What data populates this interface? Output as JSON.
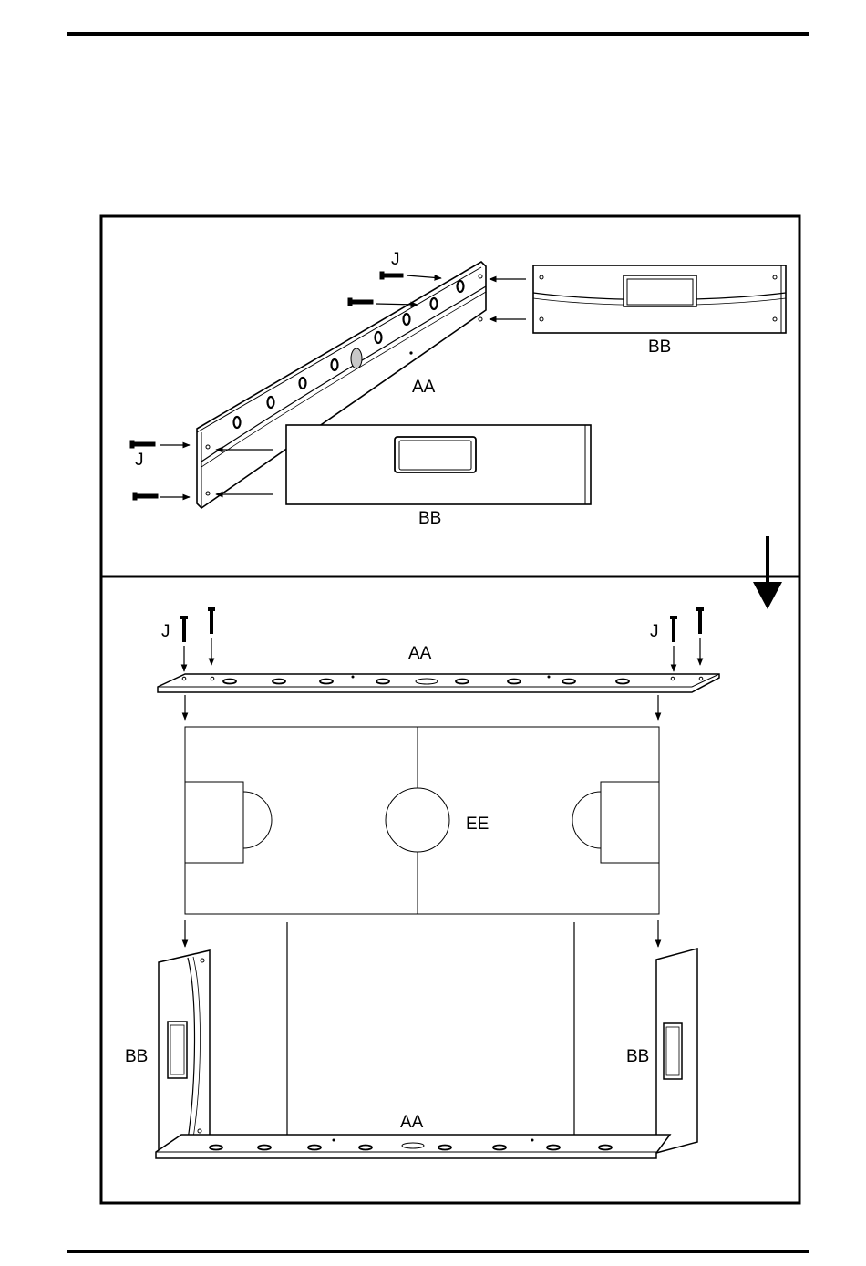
{
  "labels": {
    "screw": "J",
    "long_panel": "AA",
    "end_panel": "BB",
    "field": "EE"
  },
  "colors": {
    "line": "#000000",
    "paper": "#ffffff",
    "hole_fill": "#c8c8c8"
  }
}
